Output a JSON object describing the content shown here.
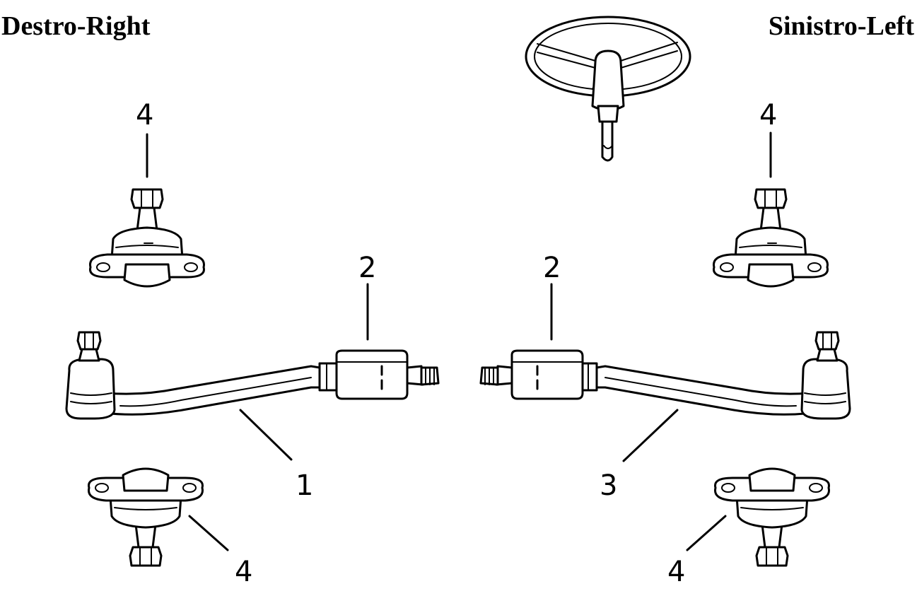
{
  "headings": {
    "right_side": "Destro-Right",
    "left_side": "Sinistro-Left"
  },
  "callouts": {
    "top_left_ball_joint": "4",
    "top_right_ball_joint": "4",
    "left_adjuster_sleeve": "2",
    "right_adjuster_sleeve": "2",
    "left_tie_rod": "1",
    "right_tie_rod": "3",
    "bottom_left_ball_joint": "4",
    "bottom_right_ball_joint": "4"
  },
  "icons": {
    "steering_wheel": "steering-wheel-icon"
  }
}
